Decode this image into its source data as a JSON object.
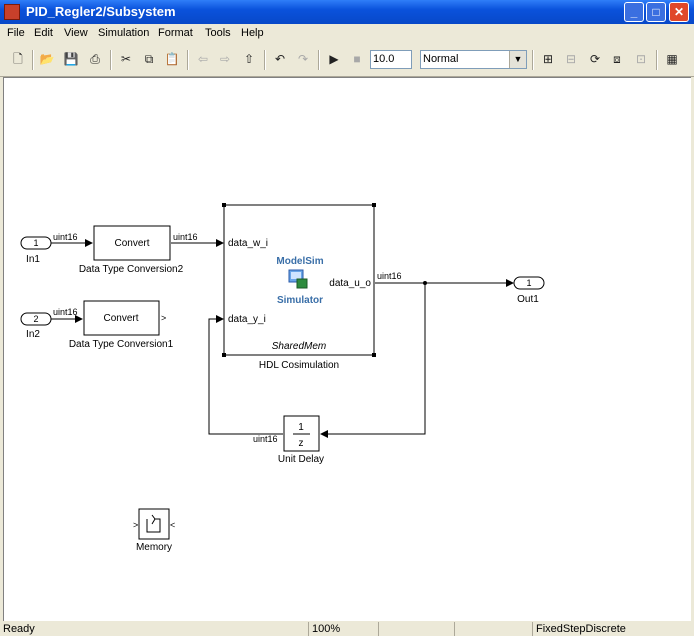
{
  "window": {
    "title": "PID_Regler2/Subsystem"
  },
  "menu": [
    "File",
    "Edit",
    "View",
    "Simulation",
    "Format",
    "Tools",
    "Help"
  ],
  "toolbar": {
    "stop_time": "10.0",
    "sim_mode": "Normal"
  },
  "diagram": {
    "in1": {
      "port": "1",
      "label": "In1"
    },
    "in2": {
      "port": "2",
      "label": "In2"
    },
    "out1": {
      "port": "1",
      "label": "Out1"
    },
    "conv2": {
      "text": "Convert",
      "label": "Data Type Conversion2"
    },
    "conv1": {
      "text": "Convert",
      "label": "Data Type Conversion1"
    },
    "hdl": {
      "port_w": "data_w_i",
      "port_y": "data_y_i",
      "port_u": "data_u_o",
      "modelsim": "ModelSim",
      "simulator": "Simulator",
      "mode": "SharedMem",
      "label": "HDL Cosimulation"
    },
    "delay": {
      "num": "1",
      "den": "z",
      "label": "Unit Delay"
    },
    "memory": {
      "label": "Memory"
    },
    "signals": {
      "s1": "uint16",
      "s2": "uint16",
      "s3": "uint16",
      "s4": "uint16",
      "s5": "uint16"
    }
  },
  "status": {
    "ready": "Ready",
    "zoom": "100%",
    "solver": "FixedStepDiscrete"
  }
}
